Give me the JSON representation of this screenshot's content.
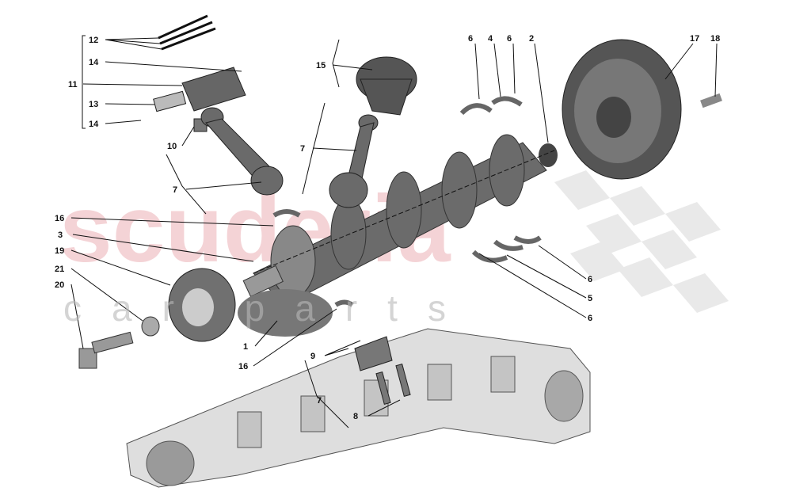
{
  "watermark": {
    "brand": "scuderia",
    "sub": "car parts"
  },
  "callouts": [
    "12",
    "14",
    "11",
    "13",
    "14",
    "10",
    "7",
    "16",
    "3",
    "19",
    "21",
    "20",
    "1",
    "16",
    "9",
    "7",
    "8",
    "15",
    "7",
    "6",
    "4",
    "6",
    "2",
    "17",
    "18",
    "6",
    "5",
    "6"
  ],
  "colors": {
    "watermark": "#e8a0a6",
    "parts": "#6b6b6b",
    "block": "#d9d9d9"
  }
}
